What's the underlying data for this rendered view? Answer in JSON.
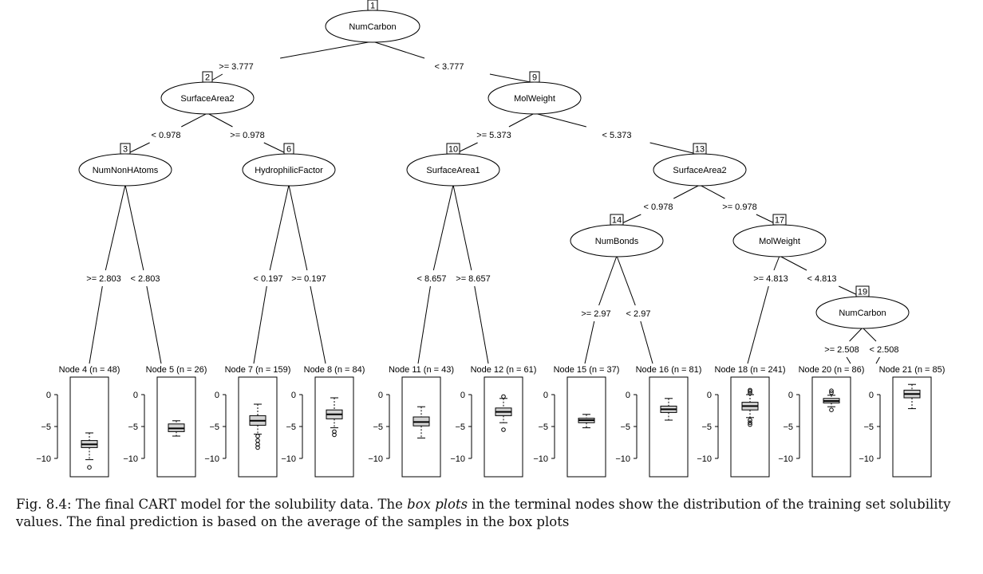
{
  "tree": {
    "nodes": [
      {
        "id": "1",
        "label": "NumCarbon"
      },
      {
        "id": "2",
        "label": "SurfaceArea2"
      },
      {
        "id": "9",
        "label": "MolWeight"
      },
      {
        "id": "3",
        "label": "NumNonHAtoms"
      },
      {
        "id": "6",
        "label": "HydrophilicFactor"
      },
      {
        "id": "10",
        "label": "SurfaceArea1"
      },
      {
        "id": "13",
        "label": "SurfaceArea2"
      },
      {
        "id": "14",
        "label": "NumBonds"
      },
      {
        "id": "17",
        "label": "MolWeight"
      },
      {
        "id": "19",
        "label": "NumCarbon"
      }
    ],
    "edges": [
      {
        "from": "1",
        "to": "2",
        "label": ">= 3.777"
      },
      {
        "from": "1",
        "to": "9",
        "label": "< 3.777"
      },
      {
        "from": "2",
        "to": "3",
        "label": "< 0.978"
      },
      {
        "from": "2",
        "to": "6",
        "label": ">= 0.978"
      },
      {
        "from": "9",
        "to": "10",
        "label": ">= 5.373"
      },
      {
        "from": "9",
        "to": "13",
        "label": "< 5.373"
      },
      {
        "from": "3",
        "to": "4",
        "label": ">= 2.803"
      },
      {
        "from": "3",
        "to": "5",
        "label": "< 2.803"
      },
      {
        "from": "6",
        "to": "7",
        "label": "< 0.197"
      },
      {
        "from": "6",
        "to": "8",
        "label": ">= 0.197"
      },
      {
        "from": "10",
        "to": "11",
        "label": "< 8.657"
      },
      {
        "from": "10",
        "to": "12",
        "label": ">= 8.657"
      },
      {
        "from": "13",
        "to": "14",
        "label": "< 0.978"
      },
      {
        "from": "13",
        "to": "17",
        "label": ">= 0.978"
      },
      {
        "from": "14",
        "to": "15",
        "label": ">= 2.97"
      },
      {
        "from": "14",
        "to": "16",
        "label": "< 2.97"
      },
      {
        "from": "17",
        "to": "18",
        "label": ">= 4.813"
      },
      {
        "from": "17",
        "to": "19",
        "label": "< 4.813"
      },
      {
        "from": "19",
        "to": "20",
        "label": ">= 2.508"
      },
      {
        "from": "19",
        "to": "21",
        "label": "< 2.508"
      }
    ],
    "y_ticks": [
      "0",
      "−5",
      "−10"
    ],
    "leaves": [
      {
        "id": "4",
        "title": "Node 4 (n = 48)",
        "box": {
          "q1": -8.3,
          "median": -7.8,
          "q3": -7.2,
          "lo": -10.2,
          "hi": -6.0
        },
        "outliers": [
          -11.4
        ]
      },
      {
        "id": "5",
        "title": "Node 5 (n = 26)",
        "box": {
          "q1": -5.8,
          "median": -5.3,
          "q3": -4.6,
          "lo": -6.5,
          "hi": -4.1
        },
        "outliers": []
      },
      {
        "id": "7",
        "title": "Node 7 (n = 159)",
        "box": {
          "q1": -4.8,
          "median": -4.1,
          "q3": -3.3,
          "lo": -6.2,
          "hi": -1.5
        },
        "outliers": [
          -6.5,
          -7.2,
          -7.8,
          -8.3
        ]
      },
      {
        "id": "8",
        "title": "Node 8 (n = 84)",
        "box": {
          "q1": -3.8,
          "median": -3.1,
          "q3": -2.4,
          "lo": -5.2,
          "hi": -0.5
        },
        "outliers": [
          -5.8,
          -6.3
        ]
      },
      {
        "id": "11",
        "title": "Node 11 (n = 43)",
        "box": {
          "q1": -4.9,
          "median": -4.3,
          "q3": -3.5,
          "lo": -6.8,
          "hi": -1.9
        },
        "outliers": []
      },
      {
        "id": "12",
        "title": "Node 12 (n = 61)",
        "box": {
          "q1": -3.3,
          "median": -2.7,
          "q3": -2.1,
          "lo": -4.4,
          "hi": -0.6
        },
        "outliers": [
          -0.3,
          -5.5
        ]
      },
      {
        "id": "15",
        "title": "Node 15 (n = 37)",
        "box": {
          "q1": -4.4,
          "median": -4.0,
          "q3": -3.7,
          "lo": -5.2,
          "hi": -3.1
        },
        "outliers": []
      },
      {
        "id": "16",
        "title": "Node 16 (n = 81)",
        "box": {
          "q1": -2.8,
          "median": -2.3,
          "q3": -1.8,
          "lo": -4.0,
          "hi": -0.6
        },
        "outliers": []
      },
      {
        "id": "18",
        "title": "Node 18 (n = 241)",
        "box": {
          "q1": -2.4,
          "median": -1.8,
          "q3": -1.2,
          "lo": -3.6,
          "hi": 0.0
        },
        "outliers": [
          0.7,
          0.5,
          0.2,
          -4.0,
          -4.4,
          -4.7
        ]
      },
      {
        "id": "20",
        "title": "Node 20 (n = 86)",
        "box": {
          "q1": -1.3,
          "median": -1.0,
          "q3": -0.6,
          "lo": -1.9,
          "hi": -0.1
        },
        "outliers": [
          0.6,
          0.3,
          -2.4
        ]
      },
      {
        "id": "21",
        "title": "Node 21 (n = 85)",
        "box": {
          "q1": -0.5,
          "median": 0.1,
          "q3": 0.7,
          "lo": -2.2,
          "hi": 1.6
        },
        "outliers": []
      }
    ]
  },
  "caption": {
    "prefix": "Fig. 8.4: The final CART model for the solubility data. The ",
    "emph": "box plots",
    "suffix": " in the terminal nodes show the distribution of the training set solubility values. The final prediction is based on the average of the samples in the box plots"
  }
}
